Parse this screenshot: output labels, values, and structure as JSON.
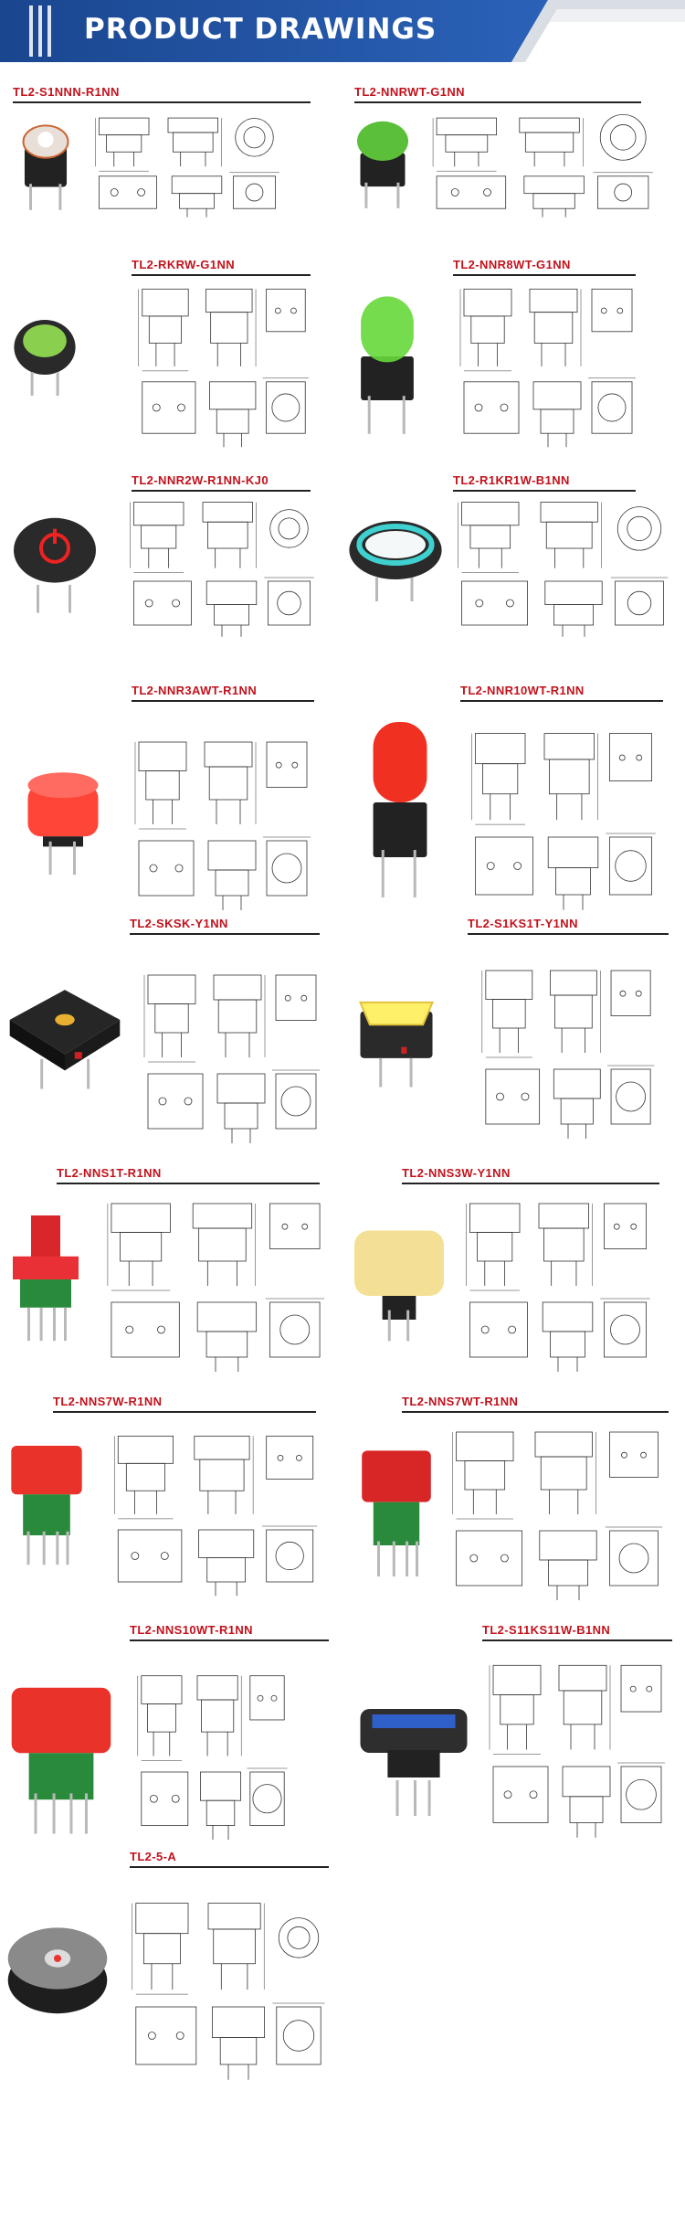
{
  "banner": {
    "title": "PRODUCT DRAWINGS",
    "accent": "#1f4fa0"
  },
  "products": [
    {
      "model": "TL2-S1NNN-R1NN"
    },
    {
      "model": "TL2-NNRWT-G1NN"
    },
    {
      "model": "TL2-RKRW-G1NN"
    },
    {
      "model": "TL2-NNR8WT-G1NN"
    },
    {
      "model": "TL2-NNR2W-R1NN-KJ0"
    },
    {
      "model": "TL2-R1KR1W-B1NN"
    },
    {
      "model": "TL2-NNR3AWT-R1NN"
    },
    {
      "model": "TL2-NNR10WT-R1NN"
    },
    {
      "model": "TL2-SKSK-Y1NN"
    },
    {
      "model": "TL2-S1KS1T-Y1NN"
    },
    {
      "model": "TL2-NNS1T-R1NN"
    },
    {
      "model": "TL2-NNS3W-Y1NN"
    },
    {
      "model": "TL2-NNS7W-R1NN"
    },
    {
      "model": "TL2-NNS7WT-R1NN"
    },
    {
      "model": "TL2-NNS10WT-R1NN"
    },
    {
      "model": "TL2-S11KS11W-B1NN"
    },
    {
      "model": "TL2-5-A"
    }
  ],
  "colors": {
    "label_red": "#c2121c",
    "rule": "#222222",
    "banner_blue": "#1f4fa0"
  }
}
